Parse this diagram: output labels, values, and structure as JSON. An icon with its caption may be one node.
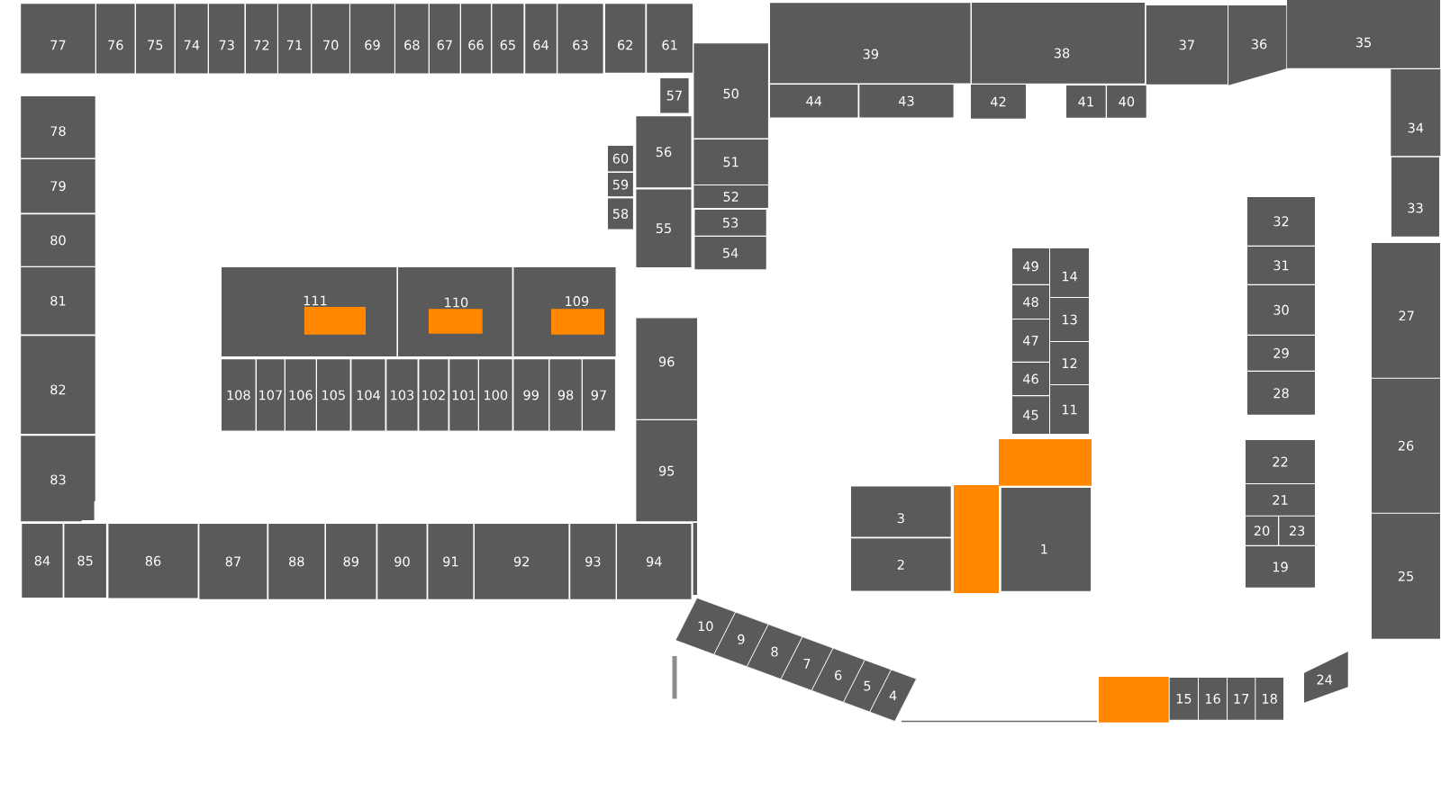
{
  "diagram": {
    "nodes": [
      {
        "text": [
          "1"
        ]
      },
      {
        "text": [
          "2"
        ]
      },
      {
        "text": [
          "3"
        ]
      },
      {
        "text": [
          "4"
        ]
      },
      {
        "text": [
          "5"
        ]
      },
      {
        "text": [
          "6"
        ]
      },
      {
        "text": [
          "7"
        ]
      },
      {
        "text": [
          "8"
        ]
      },
      {
        "text": [
          "9"
        ]
      },
      {
        "text": [
          "10"
        ]
      },
      {
        "text": [
          "11"
        ]
      },
      {
        "text": [
          "12"
        ]
      },
      {
        "text": [
          "13"
        ]
      },
      {
        "text": [
          "14"
        ]
      },
      {
        "text": [
          "15"
        ]
      },
      {
        "text": [
          "16"
        ]
      },
      {
        "text": [
          "17"
        ]
      },
      {
        "text": [
          "18"
        ]
      },
      {
        "text": [
          "19"
        ]
      },
      {
        "text": [
          "20"
        ]
      },
      {
        "text": [
          "21"
        ]
      },
      {
        "text": [
          "22"
        ]
      },
      {
        "text": [
          "23"
        ]
      },
      {
        "text": [
          "24"
        ]
      },
      {
        "text": [
          "25"
        ]
      },
      {
        "text": [
          "26"
        ]
      },
      {
        "text": [
          "27"
        ]
      },
      {
        "text": [
          "28"
        ]
      },
      {
        "text": [
          "29"
        ]
      },
      {
        "text": [
          "30"
        ]
      },
      {
        "text": [
          "31"
        ]
      },
      {
        "text": [
          "32"
        ]
      },
      {
        "text": [
          "33"
        ]
      },
      {
        "text": [
          "34"
        ]
      },
      {
        "text": [
          "35"
        ]
      },
      {
        "text": [
          "36"
        ]
      },
      {
        "text": [
          "37"
        ]
      },
      {
        "text": [
          "38"
        ]
      },
      {
        "text": [
          "39"
        ]
      },
      {
        "text": [
          "40"
        ]
      },
      {
        "text": [
          "41"
        ]
      },
      {
        "text": [
          "42"
        ]
      },
      {
        "text": [
          "43"
        ]
      },
      {
        "text": [
          "44"
        ]
      },
      {
        "text": [
          "45"
        ]
      },
      {
        "text": [
          "46"
        ]
      },
      {
        "text": [
          "47"
        ]
      },
      {
        "text": [
          "48"
        ]
      },
      {
        "text": [
          "49"
        ]
      },
      {
        "text": [
          "50"
        ]
      },
      {
        "text": [
          "51"
        ]
      },
      {
        "text": [
          "52"
        ]
      },
      {
        "text": [
          "53"
        ]
      },
      {
        "text": [
          "54"
        ]
      },
      {
        "text": [
          "55"
        ]
      },
      {
        "text": [
          "56"
        ]
      },
      {
        "text": [
          "57"
        ]
      },
      {
        "text": [
          "58"
        ]
      },
      {
        "text": [
          "59"
        ]
      },
      {
        "text": [
          "60"
        ]
      },
      {
        "text": [
          "61"
        ]
      },
      {
        "text": [
          "62"
        ]
      },
      {
        "text": [
          "63"
        ]
      },
      {
        "text": [
          "64"
        ]
      },
      {
        "text": [
          "65"
        ]
      },
      {
        "text": [
          "66"
        ]
      },
      {
        "text": [
          "67"
        ]
      },
      {
        "text": [
          "68"
        ]
      },
      {
        "text": [
          "69"
        ]
      },
      {
        "text": [
          "70"
        ]
      },
      {
        "text": [
          "71"
        ]
      },
      {
        "text": [
          "72"
        ]
      },
      {
        "text": [
          "73"
        ]
      },
      {
        "text": [
          "74"
        ]
      },
      {
        "text": [
          "75"
        ]
      },
      {
        "text": [
          "76"
        ]
      },
      {
        "text": [
          "77"
        ]
      },
      {
        "text": [
          "78"
        ]
      },
      {
        "text": [
          "79"
        ]
      },
      {
        "text": [
          "80"
        ]
      },
      {
        "text": [
          "81"
        ]
      },
      {
        "text": [
          "82"
        ]
      },
      {
        "text": [
          "83"
        ]
      },
      {
        "text": [
          "84"
        ]
      },
      {
        "text": [
          "85"
        ]
      },
      {
        "text": [
          "86"
        ]
      },
      {
        "text": [
          "87"
        ]
      },
      {
        "text": [
          "88"
        ]
      },
      {
        "text": [
          "89"
        ]
      },
      {
        "text": [
          "90"
        ]
      },
      {
        "text": [
          "91"
        ]
      },
      {
        "text": [
          "92"
        ]
      },
      {
        "text": [
          "93"
        ]
      },
      {
        "text": [
          "94"
        ]
      },
      {
        "text": [
          "95"
        ]
      },
      {
        "text": [
          "96"
        ]
      },
      {
        "text": [
          "97"
        ]
      },
      {
        "text": [
          "98"
        ]
      },
      {
        "text": [
          "99"
        ]
      },
      {
        "text": [
          "100"
        ]
      },
      {
        "text": [
          "101"
        ]
      },
      {
        "text": [
          "102"
        ]
      },
      {
        "text": [
          "103"
        ]
      },
      {
        "text": [
          "104"
        ]
      },
      {
        "text": [
          "105"
        ]
      },
      {
        "text": [
          "106"
        ]
      },
      {
        "text": [
          "107"
        ]
      },
      {
        "text": [
          "108"
        ]
      },
      {
        "text": [
          "109"
        ]
      },
      {
        "text": [
          "110"
        ]
      },
      {
        "text": [
          "111"
        ]
      },
      {
        "text": [],
        "shape": "box",
        "in": 110
      },
      {
        "text": [],
        "shape": "box",
        "in": 109
      },
      {
        "text": [],
        "shape": "box",
        "in": 108
      },
      {
        "text": [],
        "shape": "box"
      },
      {
        "text": [],
        "shape": "box"
      },
      {
        "text": [],
        "shape": "box"
      }
    ]
  }
}
